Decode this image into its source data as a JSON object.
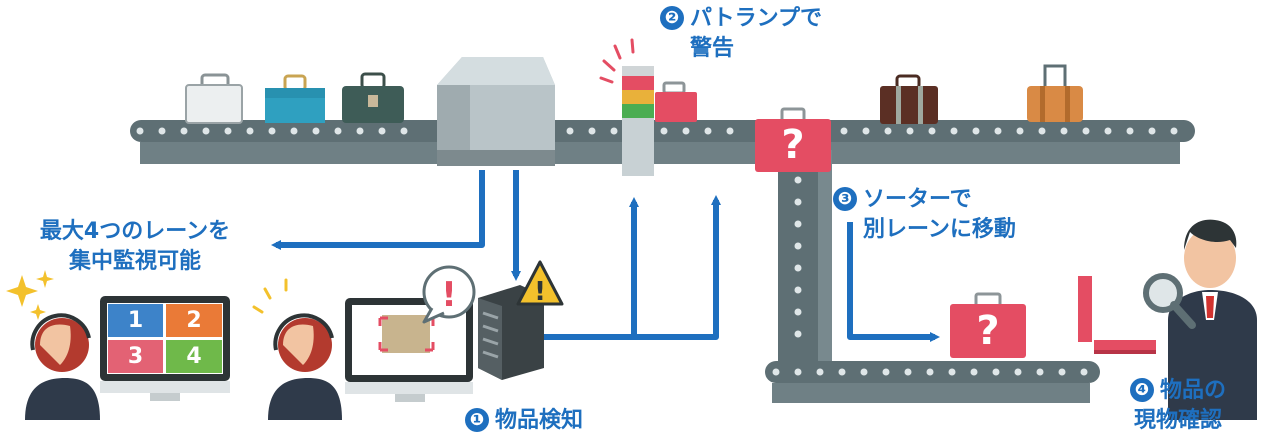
{
  "steps": {
    "step1": {
      "num": "❶",
      "text": "物品検知"
    },
    "step2": {
      "num": "❷",
      "line1": "パトランプで",
      "line2": "警告"
    },
    "step3": {
      "num": "❸",
      "line1": "ソーターで",
      "line2": "別レーンに移動"
    },
    "step4": {
      "num": "❹",
      "line1": "物品の",
      "line2": "現物確認"
    }
  },
  "monitoring": {
    "line1": "最大4つのレーンを",
    "line2": "集中監視可能"
  },
  "monitor_tiles": [
    "1",
    "2",
    "3",
    "4"
  ],
  "icons": {
    "question": "?",
    "exclaim": "!",
    "warning": "!"
  },
  "colors": {
    "accent_blue": "#1e6fbf",
    "belt": "#5e6f74",
    "tile1": "#3d83c9",
    "tile2": "#ea7a37",
    "tile3": "#e36274",
    "tile4": "#6fb94a",
    "red_case": "#e44d63"
  }
}
